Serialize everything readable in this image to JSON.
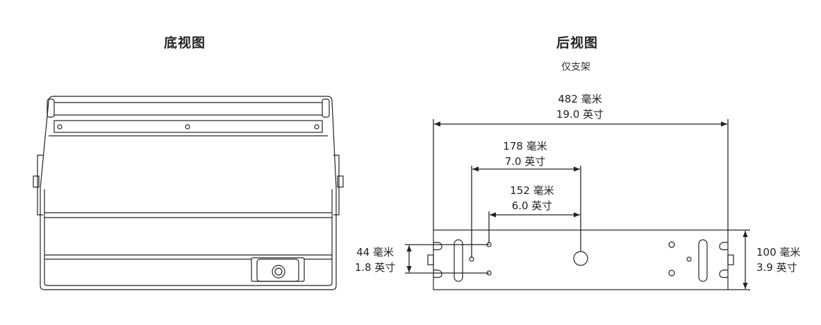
{
  "views": {
    "bottom": {
      "title": "底视图"
    },
    "rear": {
      "title": "后视图",
      "subtitle": "仅支架"
    }
  },
  "dimensions": {
    "overall_width": {
      "metric": "482 毫米",
      "imperial": "19.0 英寸"
    },
    "hole_span": {
      "metric": "178 毫米",
      "imperial": "7.0 英寸"
    },
    "inner_span": {
      "metric": "152 毫米",
      "imperial": "6.0 英寸"
    },
    "hole_pitch": {
      "metric": "44 毫米",
      "imperial": "1.8 英寸"
    },
    "height": {
      "metric": "100 毫米",
      "imperial": "3.9 英寸"
    }
  },
  "colors": {
    "line": "#222222",
    "background": "#ffffff"
  }
}
